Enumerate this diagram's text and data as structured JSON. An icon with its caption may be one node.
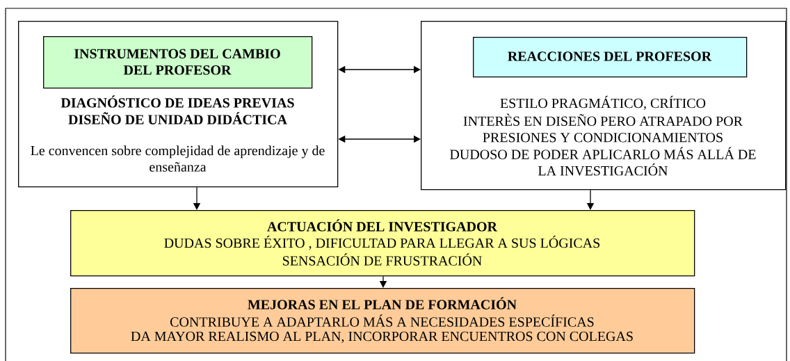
{
  "diagram": {
    "nodes": [
      {
        "text": [
          "DIAGNÓSTICO DE IDEAS PREVIAS",
          "DISEÑO DE UNIDAD DIDÁCTICA",
          "Le convencen sobre complejidad de aprendizaje y de enseñanza"
        ]
      },
      {
        "text": [
          "INSTRUMENTOS DEL CAMBIO DEL PROFESOR"
        ],
        "in": 0
      },
      {
        "text": [
          "ESTILO PRAGMÁTICO, CRÍTICO",
          "INTERÈS EN DISEÑO PERO ATRAPADO POR PRESIONES Y CONDICIONAMIENTOS",
          "DUDOSO DE PODER APLICARLO MÁS ALLÁ DE LA INVESTIGACIÓN"
        ]
      },
      {
        "text": [
          "REACCIONES DEL PROFESOR"
        ],
        "in": 2
      },
      {
        "text": [
          "ACTUACIÓN DEL INVESTIGADOR",
          "DUDAS SOBRE ÉXITO , DIFICULTAD PARA LLEGAR A SUS LÓGICAS",
          "SENSACIÓN DE FRUSTRACIÓN"
        ]
      },
      {
        "text": [
          "MEJORAS EN EL PLAN DE FORMACIÓN",
          "CONTRIBUYE A ADAPTARLO MÁS A NECESIDADES ESPECÍFICAS",
          "DA MAYOR REALISMO AL PLAN, INCORPORAR ENCUENTROS CON COLEGAS"
        ]
      }
    ],
    "edges": [
      {
        "from": 0,
        "to": 2,
        "arrow": "both"
      },
      {
        "from": 0,
        "to": 2,
        "arrow": "both"
      },
      {
        "from": 0,
        "to": 4,
        "arrow": "to"
      },
      {
        "from": 2,
        "to": 4,
        "arrow": "to"
      },
      {
        "from": 4,
        "to": 5,
        "arrow": "to"
      }
    ]
  }
}
